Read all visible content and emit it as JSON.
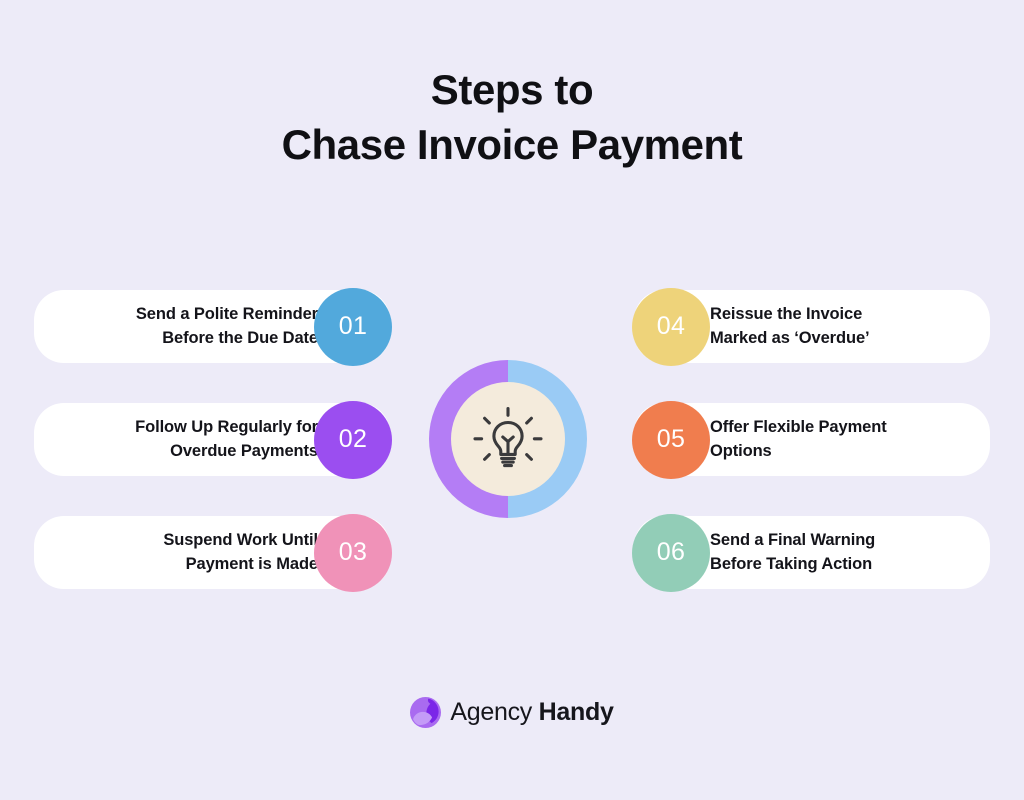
{
  "title": {
    "line1": "Steps to",
    "line2": "Chase Invoice Payment"
  },
  "center": {
    "icon": "lightbulb-icon",
    "ring_left_color": "#B47DF5",
    "ring_right_color": "#9ACBF5",
    "inner_color": "#F4EBDC",
    "icon_color": "#3A3A3C"
  },
  "steps": {
    "left": [
      {
        "number": "01",
        "line1": "Send a Polite Reminder",
        "line2": "Before the Due Date",
        "color": "#52A9DC"
      },
      {
        "number": "02",
        "line1": "Follow Up Regularly for",
        "line2": "Overdue Payments",
        "color": "#9B4EF0"
      },
      {
        "number": "03",
        "line1": "Suspend Work Until",
        "line2": "Payment is Made",
        "color": "#F092B8"
      }
    ],
    "right": [
      {
        "number": "04",
        "line1": "Reissue the Invoice",
        "line2": "Marked as ‘Overdue’",
        "color": "#EED37A"
      },
      {
        "number": "05",
        "line1": "Offer Flexible Payment",
        "line2": "Options",
        "color": "#F07D4E"
      },
      {
        "number": "06",
        "line1": "Send a Final Warning",
        "line2": "Before Taking Action",
        "color": "#92CDB7"
      }
    ]
  },
  "footer": {
    "logo_name_regular": "Agency ",
    "logo_name_bold": "Handy",
    "logo_mark_light": "#A96BF0",
    "logo_mark_dark": "#7B26E8"
  },
  "background_color": "#EDEBF8"
}
